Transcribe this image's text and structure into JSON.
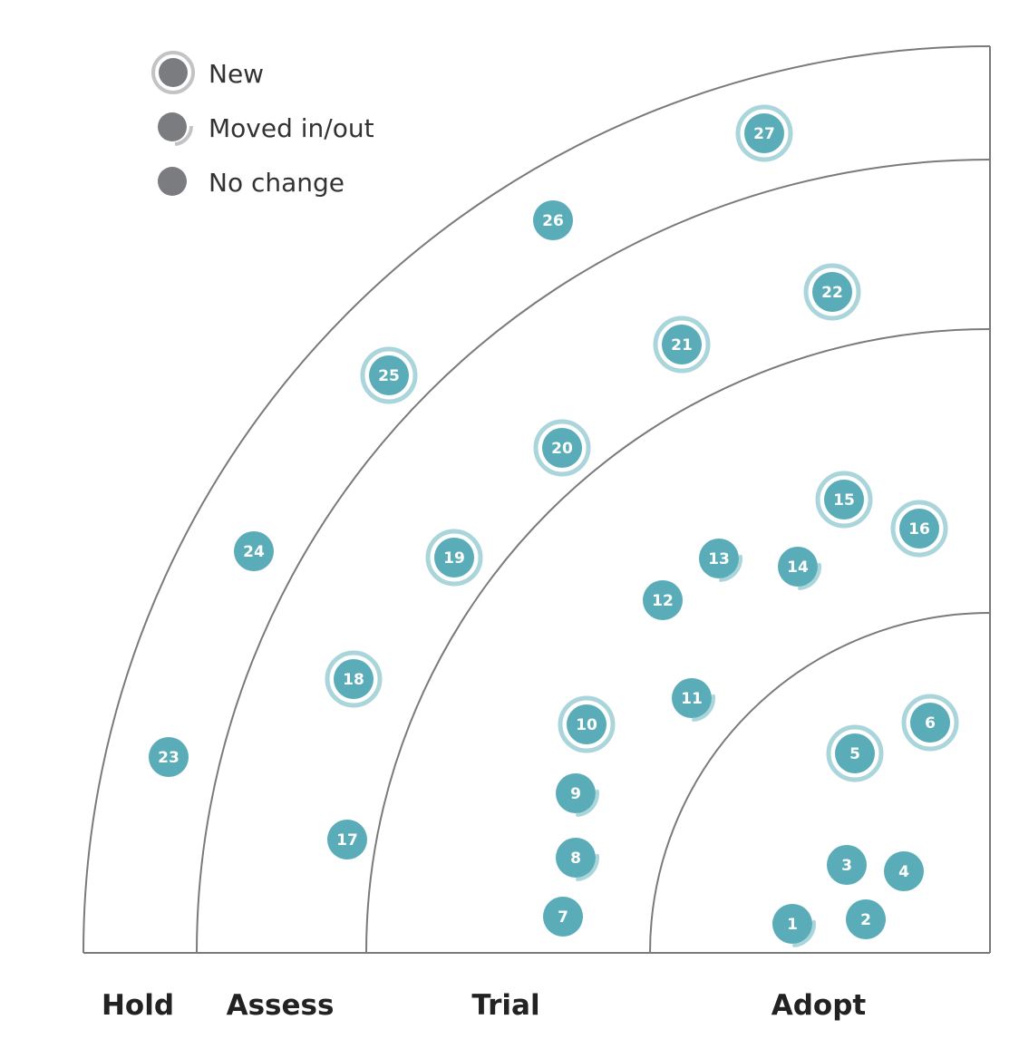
{
  "chart_data": {
    "type": "radar",
    "rings": [
      "Hold",
      "Assess",
      "Trial",
      "Adopt"
    ],
    "legend": [
      {
        "key": "new",
        "label": "New"
      },
      {
        "key": "moved",
        "label": "Moved in/out"
      },
      {
        "key": "none",
        "label": "No change"
      }
    ],
    "colors": {
      "blip": "#5aadb8",
      "halo": "#a9d5db",
      "legend_dot": "#7b7c80",
      "legend_halo": "#c3c3c5",
      "arc": "#7a7a7a"
    },
    "blips": [
      {
        "id": "1",
        "ring": "Adopt",
        "status": "moved"
      },
      {
        "id": "2",
        "ring": "Adopt",
        "status": "none"
      },
      {
        "id": "3",
        "ring": "Adopt",
        "status": "none"
      },
      {
        "id": "4",
        "ring": "Adopt",
        "status": "none"
      },
      {
        "id": "5",
        "ring": "Adopt",
        "status": "new"
      },
      {
        "id": "6",
        "ring": "Adopt",
        "status": "new"
      },
      {
        "id": "7",
        "ring": "Trial",
        "status": "none"
      },
      {
        "id": "8",
        "ring": "Trial",
        "status": "moved"
      },
      {
        "id": "9",
        "ring": "Trial",
        "status": "moved"
      },
      {
        "id": "10",
        "ring": "Trial",
        "status": "new"
      },
      {
        "id": "11",
        "ring": "Trial",
        "status": "moved"
      },
      {
        "id": "12",
        "ring": "Trial",
        "status": "none"
      },
      {
        "id": "13",
        "ring": "Trial",
        "status": "moved"
      },
      {
        "id": "14",
        "ring": "Trial",
        "status": "moved"
      },
      {
        "id": "15",
        "ring": "Trial",
        "status": "new"
      },
      {
        "id": "16",
        "ring": "Trial",
        "status": "new"
      },
      {
        "id": "17",
        "ring": "Assess",
        "status": "none"
      },
      {
        "id": "18",
        "ring": "Assess",
        "status": "new"
      },
      {
        "id": "19",
        "ring": "Assess",
        "status": "new"
      },
      {
        "id": "20",
        "ring": "Assess",
        "status": "new"
      },
      {
        "id": "21",
        "ring": "Assess",
        "status": "new"
      },
      {
        "id": "22",
        "ring": "Assess",
        "status": "new"
      },
      {
        "id": "23",
        "ring": "Hold",
        "status": "none"
      },
      {
        "id": "24",
        "ring": "Hold",
        "status": "none"
      },
      {
        "id": "25",
        "ring": "Hold",
        "status": "new"
      },
      {
        "id": "26",
        "ring": "Hold",
        "status": "none"
      },
      {
        "id": "27",
        "ring": "Hold",
        "status": "new"
      }
    ]
  }
}
